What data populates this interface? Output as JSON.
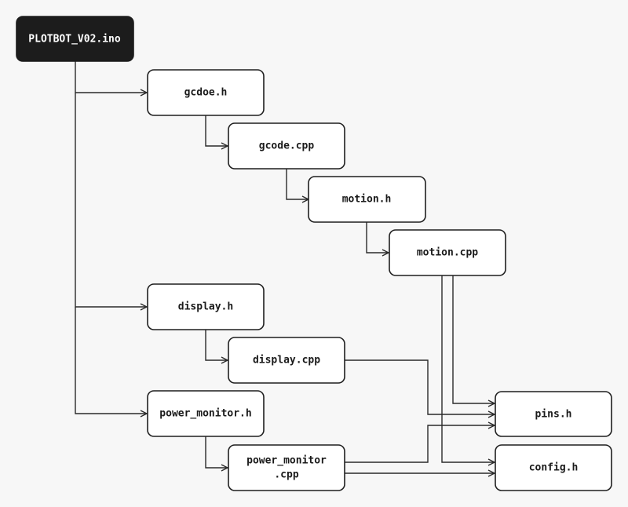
{
  "diagram": {
    "root": {
      "label": "PLOTBOT_V02.ino"
    },
    "files": {
      "gcode_h": {
        "label": "gcdoe.h"
      },
      "gcode_cpp": {
        "label": "gcode.cpp"
      },
      "motion_h": {
        "label": "motion.h"
      },
      "motion_cpp": {
        "label": "motion.cpp"
      },
      "display_h": {
        "label": "display.h"
      },
      "display_cpp": {
        "label": "display.cpp"
      },
      "power_monitor_h": {
        "label": "power_monitor.h"
      },
      "power_monitor_cpp": {
        "label_line1": "power_monitor",
        "label_line2": ".cpp"
      },
      "pins_h": {
        "label": "pins.h"
      },
      "config_h": {
        "label": "config.h"
      }
    },
    "colors": {
      "root_fill": "#1c1c1c",
      "node_fill": "#ffffff",
      "stroke": "#1f1f1f",
      "background": "#f7f7f7"
    }
  }
}
